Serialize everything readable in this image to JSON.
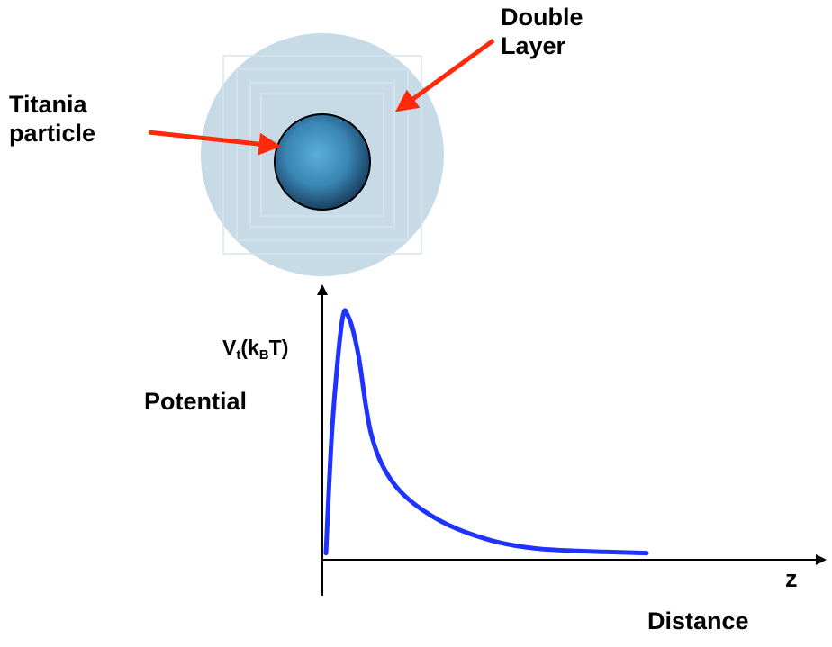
{
  "particle": {
    "title_line1": "Titania",
    "title_line2": "particle",
    "core_color": "#3f8fbd",
    "double_layer_color": "#c7dbe7"
  },
  "double_layer": {
    "title_line1": "Double",
    "title_line2": "Layer"
  },
  "pointer_color": "#ff2a0a",
  "graph": {
    "y_title": "Potential",
    "y_unit_base": "V",
    "y_unit_sub1": "t",
    "y_unit_mid": "(k",
    "y_unit_sub2": "B",
    "y_unit_end": "T)",
    "x_symbol": "z",
    "x_title": "Distance",
    "curve_color": "#1f33ff",
    "curve_shape": [
      {
        "z": 0.0,
        "v": 0.02
      },
      {
        "z": 0.02,
        "v": 0.55
      },
      {
        "z": 0.05,
        "v": 0.98
      },
      {
        "z": 0.07,
        "v": 1.0
      },
      {
        "z": 0.1,
        "v": 0.85
      },
      {
        "z": 0.14,
        "v": 0.52
      },
      {
        "z": 0.2,
        "v": 0.33
      },
      {
        "z": 0.3,
        "v": 0.2
      },
      {
        "z": 0.45,
        "v": 0.1
      },
      {
        "z": 0.65,
        "v": 0.04
      },
      {
        "z": 1.0,
        "v": 0.02
      }
    ]
  }
}
